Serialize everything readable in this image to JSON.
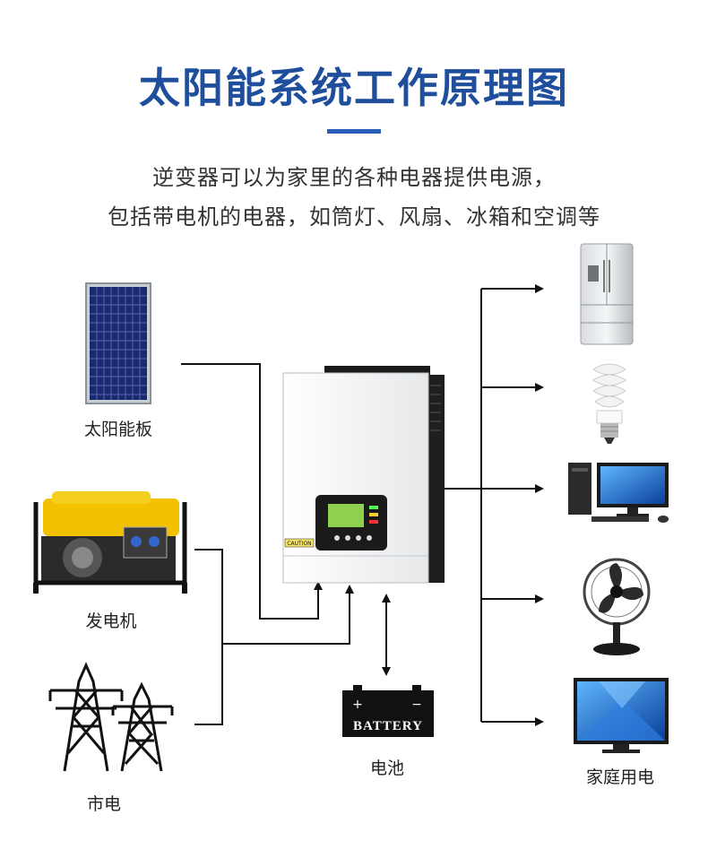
{
  "title": "太阳能系统工作原理图",
  "subtitle_lines": [
    "逆变器可以为家里的各种电器提供电源，",
    "包括带电机的电器，如筒灯、风扇、冰箱和空调等"
  ],
  "sources": {
    "solar_panel": "太阳能板",
    "generator": "发电机",
    "grid": "市电"
  },
  "battery": {
    "label": "电池",
    "icon_text": "BATTERY"
  },
  "inverter": {
    "caution_text": "CAUTION"
  },
  "loads_label": "家庭用电",
  "loads": [
    "refrigerator-icon",
    "bulb-icon",
    "computer-icon",
    "fan-icon",
    "tv-icon"
  ],
  "colors": {
    "title": "#1f4e9c",
    "accent": "#2a5cb8",
    "lines": "#111111",
    "lcd": "#8fd14f"
  }
}
